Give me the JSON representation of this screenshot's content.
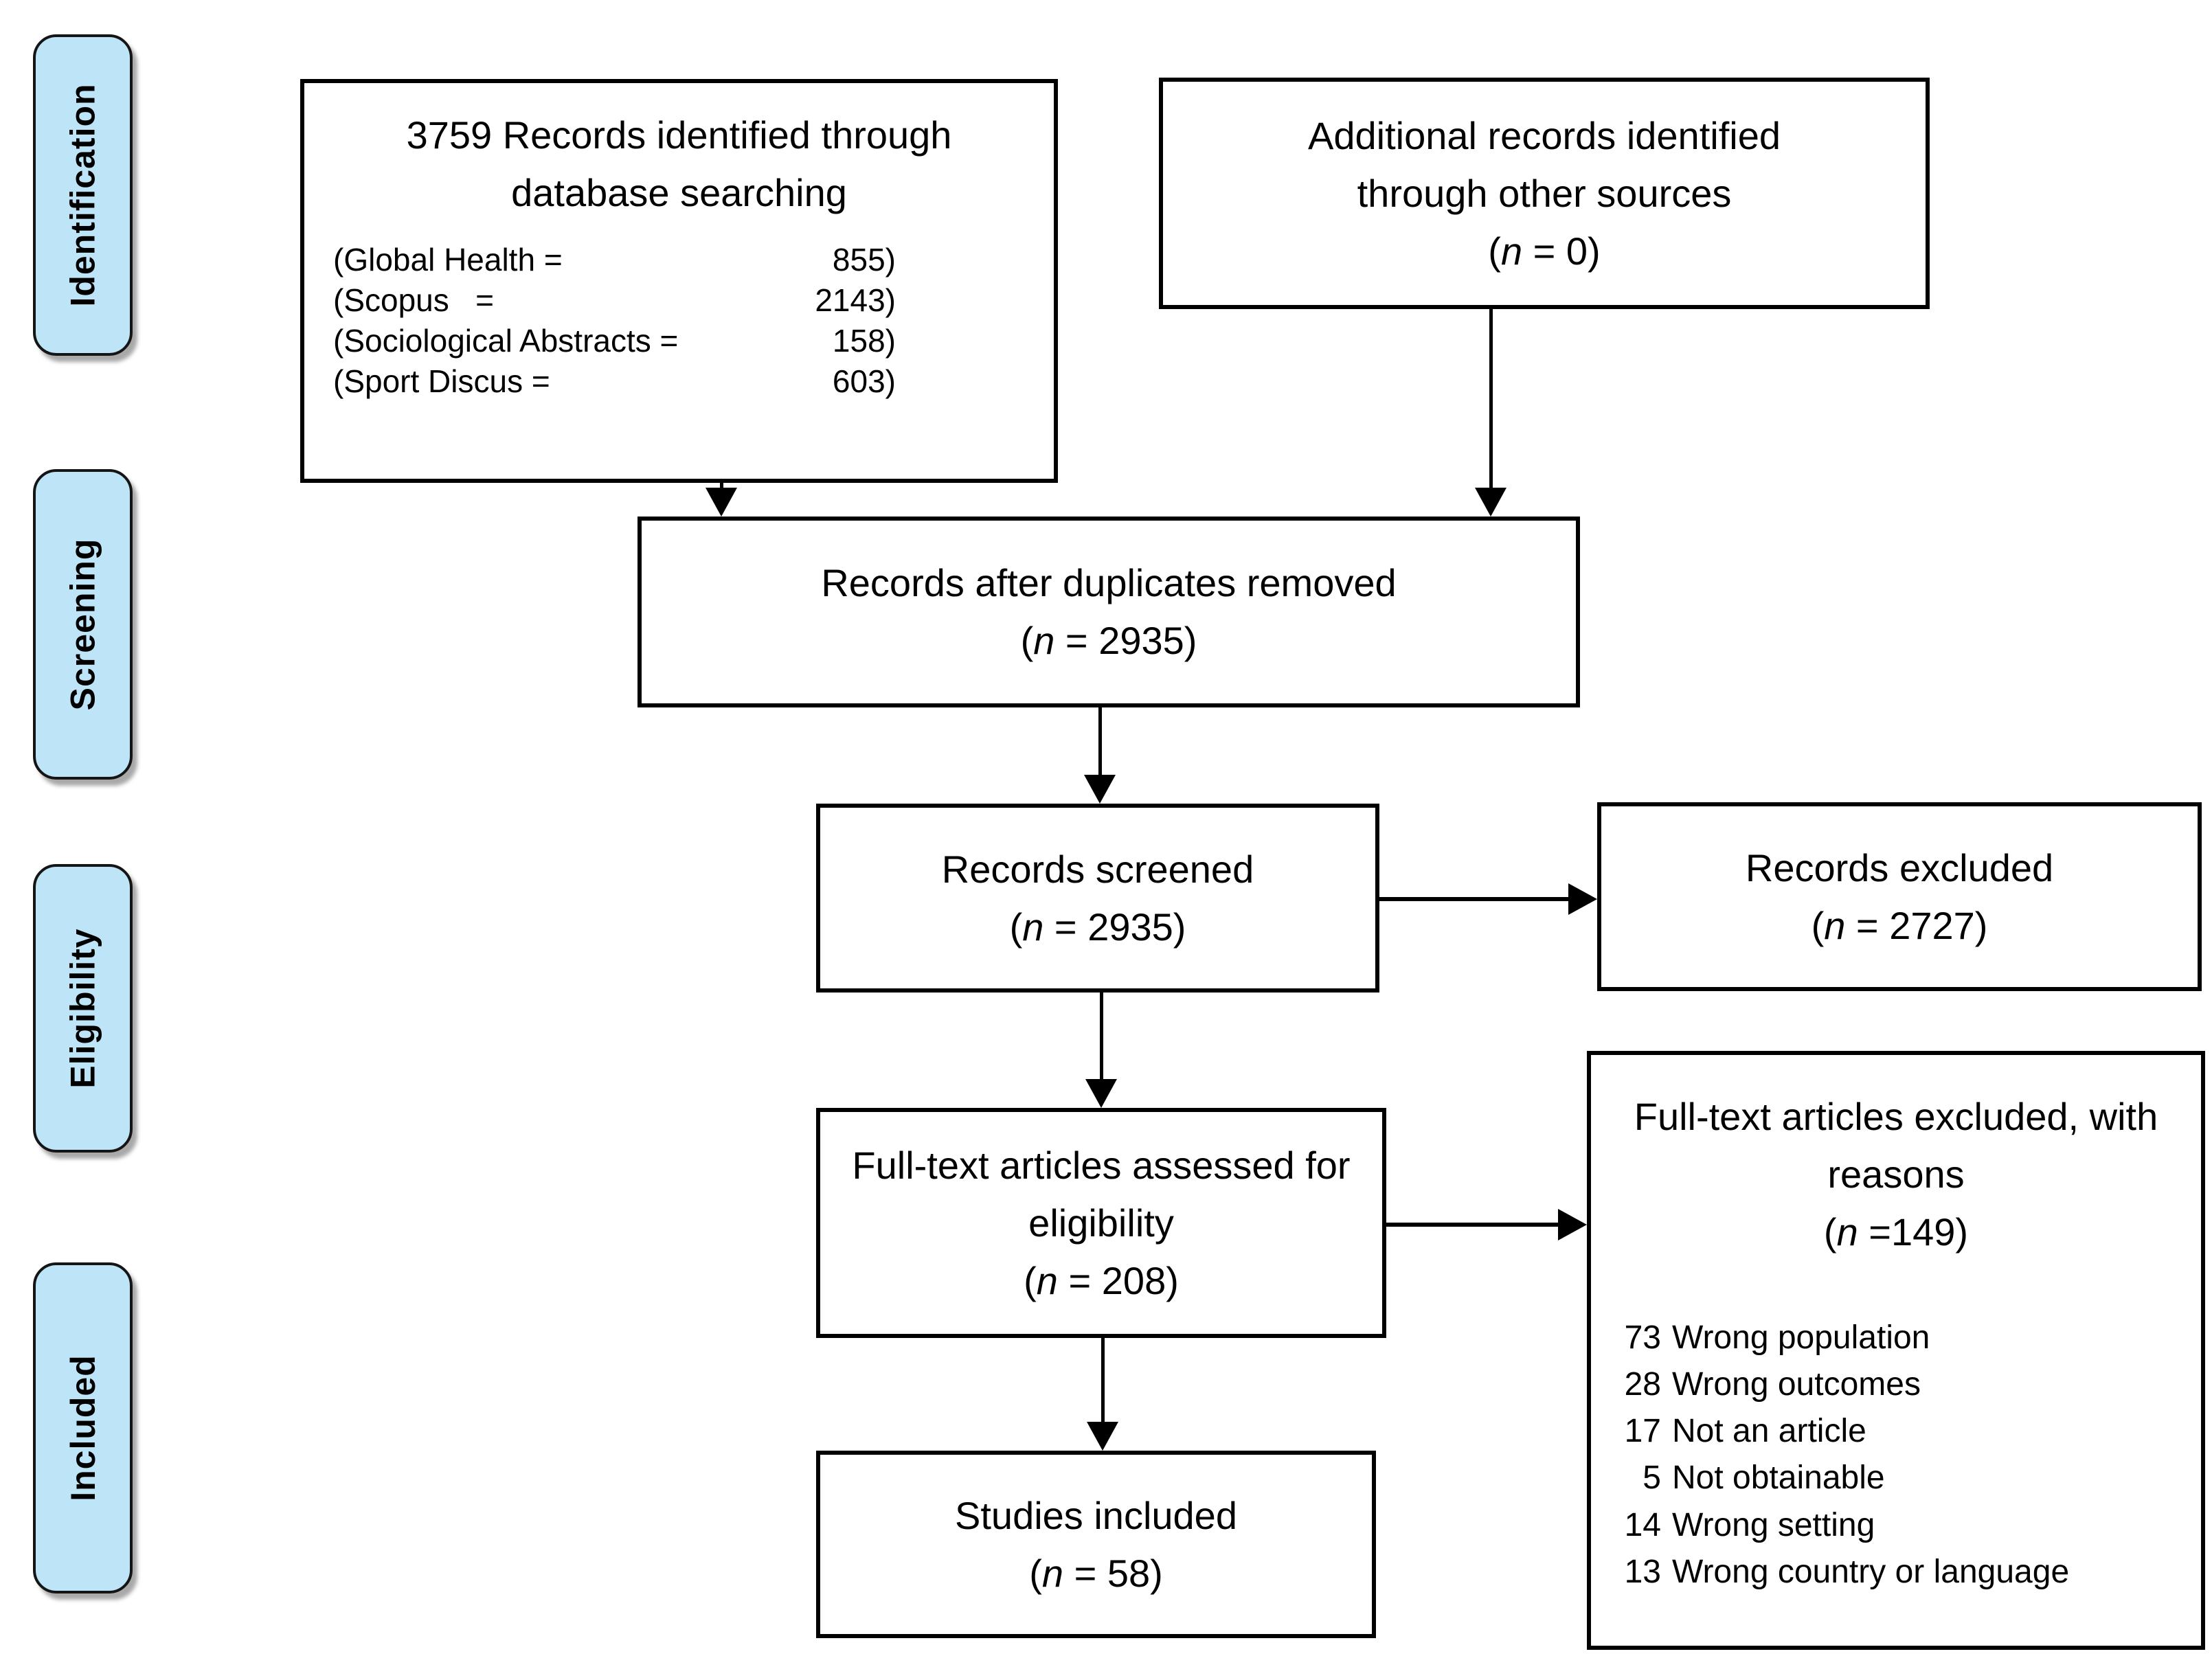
{
  "sidebar": {
    "stages": [
      {
        "label": "Identification"
      },
      {
        "label": "Screening"
      },
      {
        "label": "Eligibility"
      },
      {
        "label": "Included"
      }
    ],
    "fill_color": "#bee4f8"
  },
  "boxes": {
    "identified": {
      "title": "3759 Records identified through database searching",
      "sources": [
        {
          "label": "(Global Health =",
          "value": "855)"
        },
        {
          "label": "(Scopus   =",
          "value": "2143)"
        },
        {
          "label": "(Sociological Abstracts =",
          "value": "158)"
        },
        {
          "label": "(Sport Discus =",
          "value": "603)"
        }
      ]
    },
    "additional": {
      "title": "Additional records identified through other sources",
      "n_open": "(",
      "n": "n",
      "n_rest": " = 0)"
    },
    "deduplicated": {
      "title": "Records after duplicates removed",
      "n_open": "(",
      "n": "n",
      "n_rest": " = 2935)"
    },
    "screened": {
      "title": "Records screened",
      "n_open": "(",
      "n": "n",
      "n_rest": " = 2935)"
    },
    "excluded": {
      "title": "Records excluded",
      "n_open": "(",
      "n": "n",
      "n_rest": " = 2727)"
    },
    "fulltext": {
      "title": "Full-text articles assessed for eligibility",
      "n_open": "(",
      "n": "n",
      "n_rest": " = 208)"
    },
    "fulltext_excluded": {
      "title": "Full-text articles excluded, with reasons",
      "n_open": "(",
      "n": "n",
      "n_rest": " =149)",
      "reasons": [
        {
          "count": "73",
          "reason": "Wrong population"
        },
        {
          "count": "28",
          "reason": "Wrong outcomes"
        },
        {
          "count": "17",
          "reason": "Not an article"
        },
        {
          "count": "5",
          "reason": "Not obtainable"
        },
        {
          "count": "14",
          "reason": "Wrong setting"
        },
        {
          "count": "13",
          "reason": "Wrong country or language"
        }
      ]
    },
    "included": {
      "title": "Studies included",
      "n_open": "(",
      "n": "n",
      "n_rest": " = 58)"
    }
  },
  "colors": {
    "line": "#000000",
    "stage_fill": "#bee4f8"
  }
}
